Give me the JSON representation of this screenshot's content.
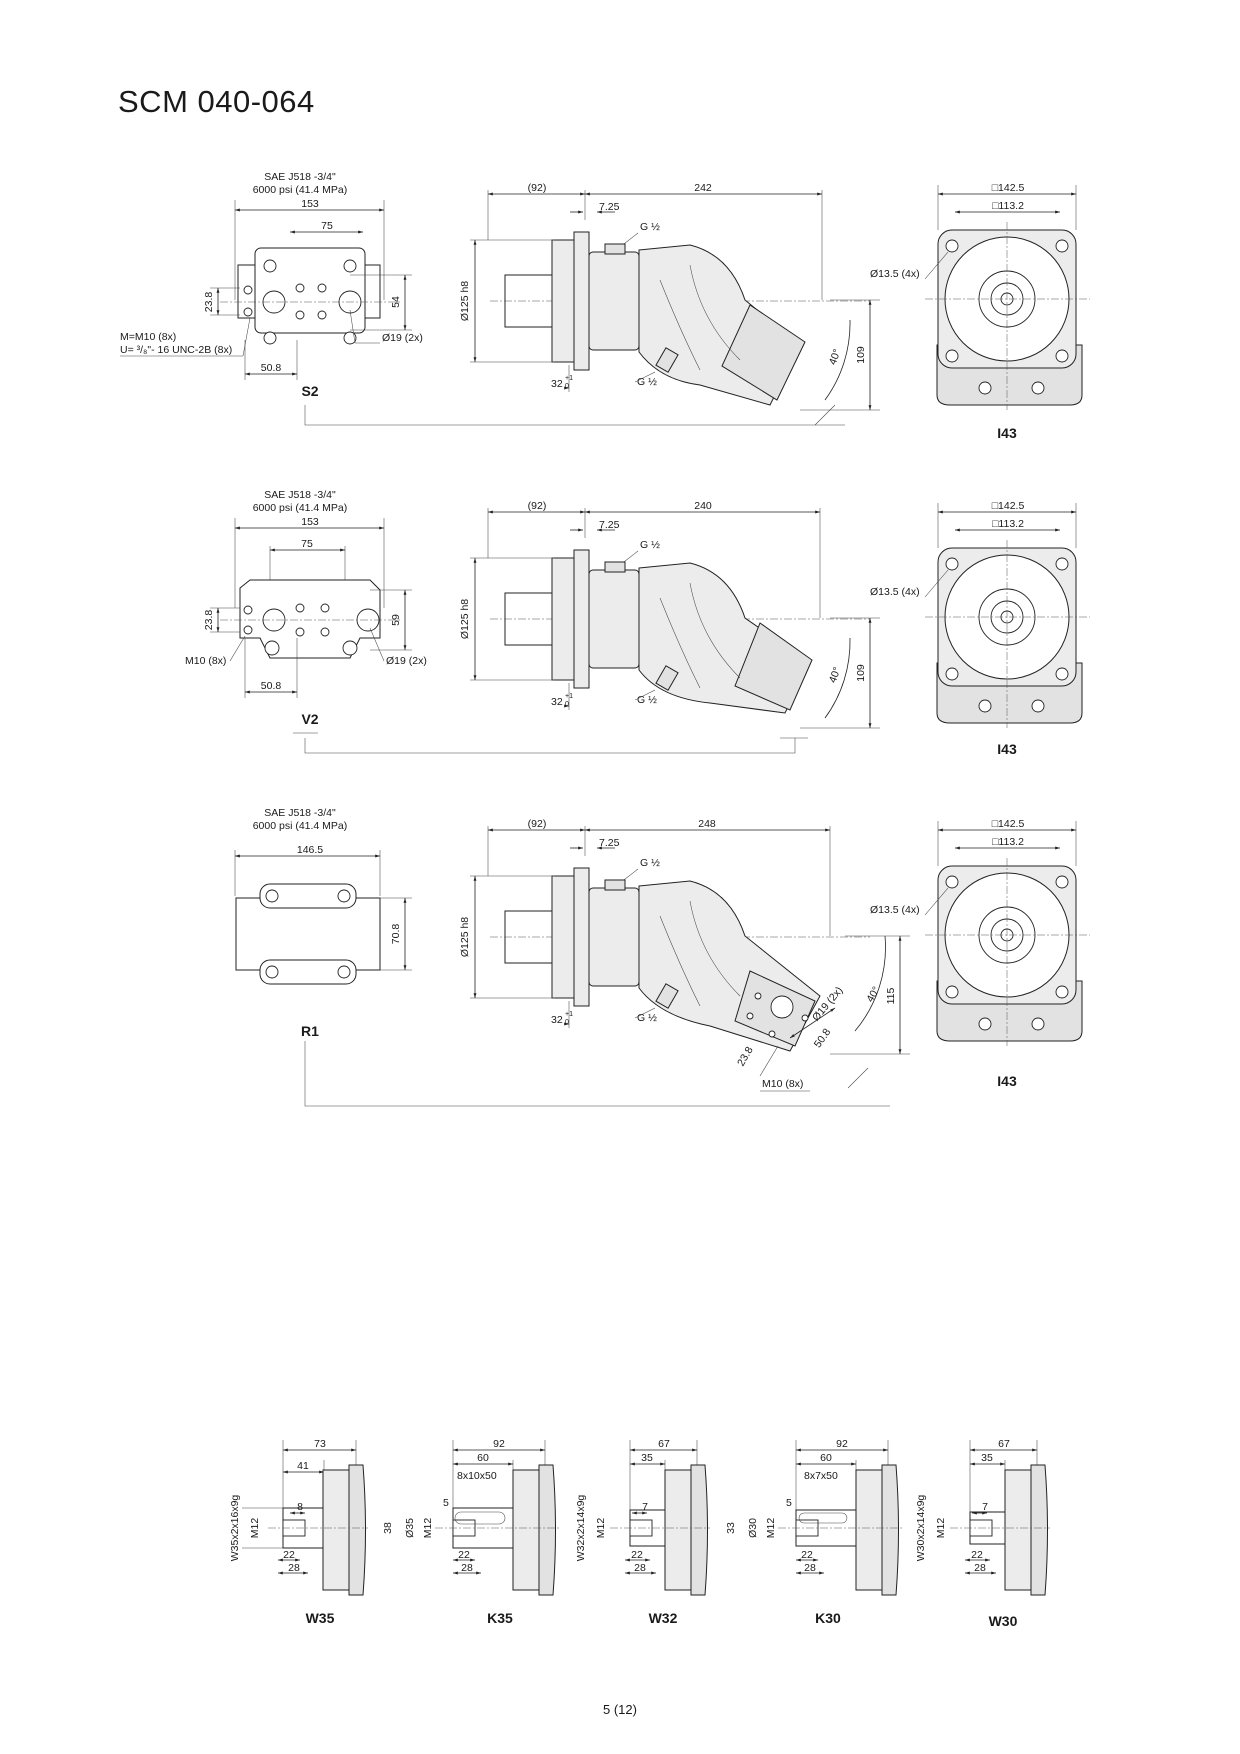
{
  "page": {
    "title": "SCM 040-064",
    "page_number": "5 (12)"
  },
  "port_spec": {
    "line1": "SAE J518 -3/4\"",
    "line2": "6000 psi  (41.4 MPa)"
  },
  "rows": [
    {
      "flange_label": "S2",
      "flange_width": "153",
      "bolt_spacing": "75",
      "port_height": "54",
      "offset": "23.8",
      "bolt_pitch": "50.8",
      "thread_lines": [
        "M=M10 (8x)",
        "U= ³/₈\"- 16 UNC-2B (8x)"
      ],
      "port_dia": "Ø19 (2x)",
      "length_front": "(92)",
      "length_total": "242",
      "flange_thk": "7.25",
      "port_top": "G ½",
      "port_bottom": "G ½",
      "pilot": "Ø125 h8",
      "shaft_offset": "32",
      "tol": "+1 / 0",
      "angle": "40°",
      "height": "109",
      "square_outer": "□142.5",
      "square_inner": "□113.2",
      "mount_holes": "Ø13.5 (4x)",
      "view_label": "I43"
    },
    {
      "flange_label": "V2",
      "flange_width": "153",
      "bolt_spacing": "75",
      "port_height": "59",
      "offset": "23.8",
      "bolt_pitch": "50.8",
      "thread_lines": [
        "M10 (8x)"
      ],
      "port_dia": "Ø19 (2x)",
      "length_front": "(92)",
      "length_total": "240",
      "flange_thk": "7.25",
      "port_top": "G ½",
      "port_bottom": "G ½",
      "pilot": "Ø125 h8",
      "shaft_offset": "32",
      "tol": "+1 / 0",
      "angle": "40°",
      "height": "109",
      "square_outer": "□142.5",
      "square_inner": "□113.2",
      "mount_holes": "Ø13.5 (4x)",
      "view_label": "I43"
    },
    {
      "flange_label": "R1",
      "flange_width": "146.5",
      "port_height": "70.8",
      "length_front": "(92)",
      "length_total": "248",
      "flange_thk": "7.25",
      "port_top": "G ½",
      "port_bottom": "G ½",
      "pilot": "Ø125 h8",
      "shaft_offset": "32",
      "tol": "+1 / 0",
      "angle": "40°",
      "height": "115",
      "port_dia": "Ø19 (2x)",
      "bolt_pitch": "50.8",
      "offset": "23.8",
      "thread": "M10 (8x)",
      "square_outer": "□142.5",
      "square_inner": "□113.2",
      "mount_holes": "Ø13.5 (4x)",
      "view_label": "I43"
    }
  ],
  "shafts": [
    {
      "label": "W35",
      "total": "73",
      "depth": "41",
      "spline": "W35x2x16x9g",
      "thread": "M12",
      "bore": "8",
      "d22": "22",
      "d28": "28"
    },
    {
      "label": "K35",
      "total": "92",
      "depth": "60",
      "key": "8x10x50",
      "step": "5",
      "dia": "Ø35",
      "thread": "M12",
      "h": "38",
      "d22": "22",
      "d28": "28"
    },
    {
      "label": "W32",
      "total": "67",
      "depth": "35",
      "spline": "W32x2x14x9g",
      "thread": "M12",
      "bore": "7",
      "d22": "22",
      "d28": "28"
    },
    {
      "label": "K30",
      "total": "92",
      "depth": "60",
      "key": "8x7x50",
      "step": "5",
      "dia": "Ø30",
      "thread": "M12",
      "h": "33",
      "d22": "22",
      "d28": "28"
    },
    {
      "label": "W30",
      "total": "67",
      "depth": "35",
      "spline": "W30x2x14x9g",
      "thread": "M12",
      "bore": "7",
      "d22": "22",
      "d28": "28"
    }
  ]
}
